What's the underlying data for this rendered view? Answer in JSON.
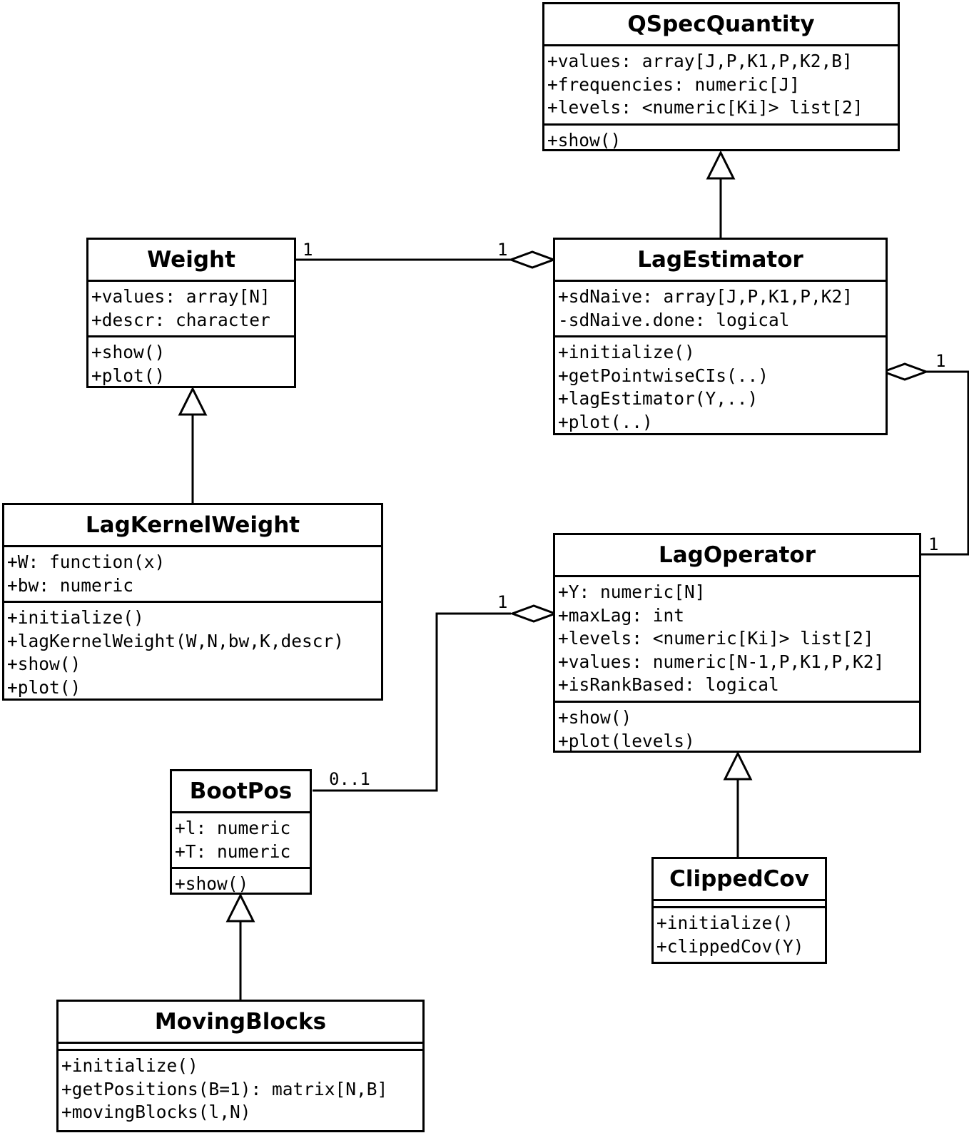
{
  "classes": {
    "qspec": {
      "name": "QSpecQuantity",
      "attributes": [
        "+values: array[J,P,K1,P,K2,B]",
        "+frequencies: numeric[J]",
        "+levels: <numeric[Ki]> list[2]"
      ],
      "operations": [
        "+show()"
      ]
    },
    "weight": {
      "name": "Weight",
      "attributes": [
        "+values: array[N]",
        "+descr: character"
      ],
      "operations": [
        "+show()",
        "+plot()"
      ]
    },
    "lagestimator": {
      "name": "LagEstimator",
      "attributes": [
        "+sdNaive: array[J,P,K1,P,K2]",
        "-sdNaive.done: logical"
      ],
      "operations": [
        "+initialize()",
        "+getPointwiseCIs(..)",
        "+lagEstimator(Y,..)",
        "+plot(..)"
      ]
    },
    "lagkernelweight": {
      "name": "LagKernelWeight",
      "attributes": [
        "+W: function(x)",
        "+bw: numeric"
      ],
      "operations": [
        "+initialize()",
        "+lagKernelWeight(W,N,bw,K,descr)",
        "+show()",
        "+plot()"
      ]
    },
    "lagoperator": {
      "name": "LagOperator",
      "attributes": [
        "+Y: numeric[N]",
        "+maxLag: int",
        "+levels: <numeric[Ki]> list[2]",
        "+values: numeric[N-1,P,K1,P,K2]",
        "+isRankBased: logical"
      ],
      "operations": [
        "+show()",
        "+plot(levels)"
      ]
    },
    "bootpos": {
      "name": "BootPos",
      "attributes": [
        "+l: numeric",
        "+T: numeric"
      ],
      "operations": [
        "+show()"
      ]
    },
    "clippedcov": {
      "name": "ClippedCov",
      "attributes": [],
      "operations": [
        "+initialize()",
        "+clippedCov(Y)"
      ]
    },
    "movingblocks": {
      "name": "MovingBlocks",
      "attributes": [],
      "operations": [
        "+initialize()",
        "+getPositions(B=1): matrix[N,B]",
        "+movingBlocks(l,N)"
      ]
    }
  },
  "multiplicities": {
    "weight_end": "1",
    "lagestimator_weight_end": "1",
    "lagestimator_lagoperator_end": "1",
    "lagoperator_end": "1",
    "lagoperator_bootpos_end": "1",
    "bootpos_end": "0..1"
  }
}
